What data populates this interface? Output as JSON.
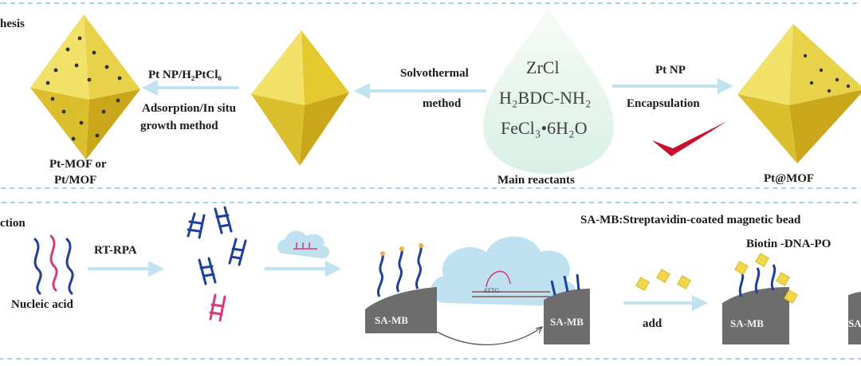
{
  "section1": {
    "title": "hesis",
    "pt_mof": {
      "line1": "Pt-MOF or",
      "line2": "Pt/MOF"
    },
    "arrow_left_top": "Pt NP/H₂PtCl₆",
    "arrow_left_bottom_1": "Adsorption/In situ",
    "arrow_left_bottom_2": "growth method",
    "solvothermal_1": "Solvothermal",
    "solvothermal_2": "method",
    "reactants": [
      "ZrCl",
      "H₂BDC-NH₂",
      "FeCl₃•6H₂O"
    ],
    "main_reactants": "Main reactants",
    "pt_np": "Pt NP",
    "encapsulation": "Encapsulation",
    "pt_at_mof": "Pt@MOF"
  },
  "section2": {
    "title": "ction",
    "nucleic_acid": "Nucleic acid",
    "rt_rpa": "RT-RPA",
    "sa_mb_legend": "SA-MB:Streptavidin-coated magnetic bead",
    "biotin": "Biotin -DNA-PO",
    "sa_mb": "SA-MB",
    "sa_mb_short": "SA",
    "add": "add",
    "attg": "ATTG"
  },
  "colors": {
    "octahedron_light": "#f2e26a",
    "octahedron_mid": "#e3c82e",
    "octahedron_dark": "#c9a61a",
    "arrow": "#bfe3ef",
    "dna_blue": "#1f3f9c",
    "dna_pink": "#d63a7a",
    "bead": "#6d6d6d",
    "check": "#c8102e",
    "dashed_border": "#9fd3e6"
  }
}
